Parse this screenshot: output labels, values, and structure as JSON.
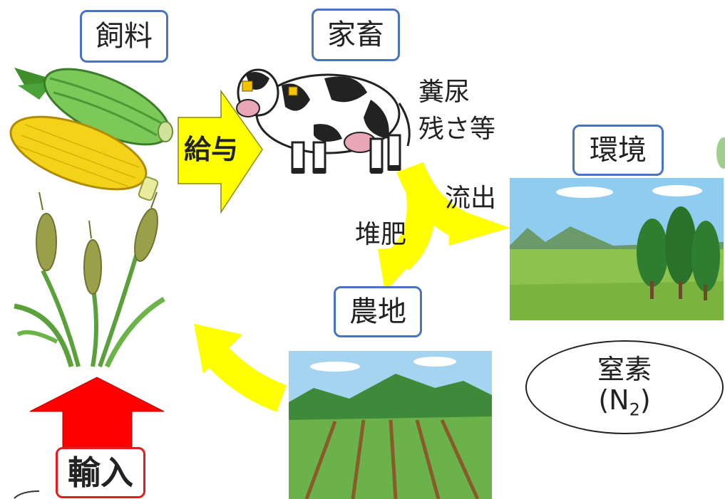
{
  "labels": {
    "feed": "飼料",
    "livestock": "家畜",
    "environment": "環境",
    "farmland": "農地",
    "import": "輸入",
    "feeding": "給与",
    "manure_line1": "糞尿",
    "manure_line2": "残さ等",
    "outflow": "流出",
    "compost": "堆肥",
    "nitrogen_line1": "窒素",
    "nitrogen_paren_open": "(N",
    "nitrogen_sub": "2",
    "nitrogen_paren_close": ")"
  },
  "colors": {
    "box_border": "#4a74c0",
    "import_border": "#e11d1d",
    "arrow_yellow": "#ffff00",
    "arrow_red": "#ff0000"
  },
  "icons": [
    "corn-icon",
    "wheat-icon",
    "cow-icon",
    "landscape-icon",
    "field-icon"
  ]
}
